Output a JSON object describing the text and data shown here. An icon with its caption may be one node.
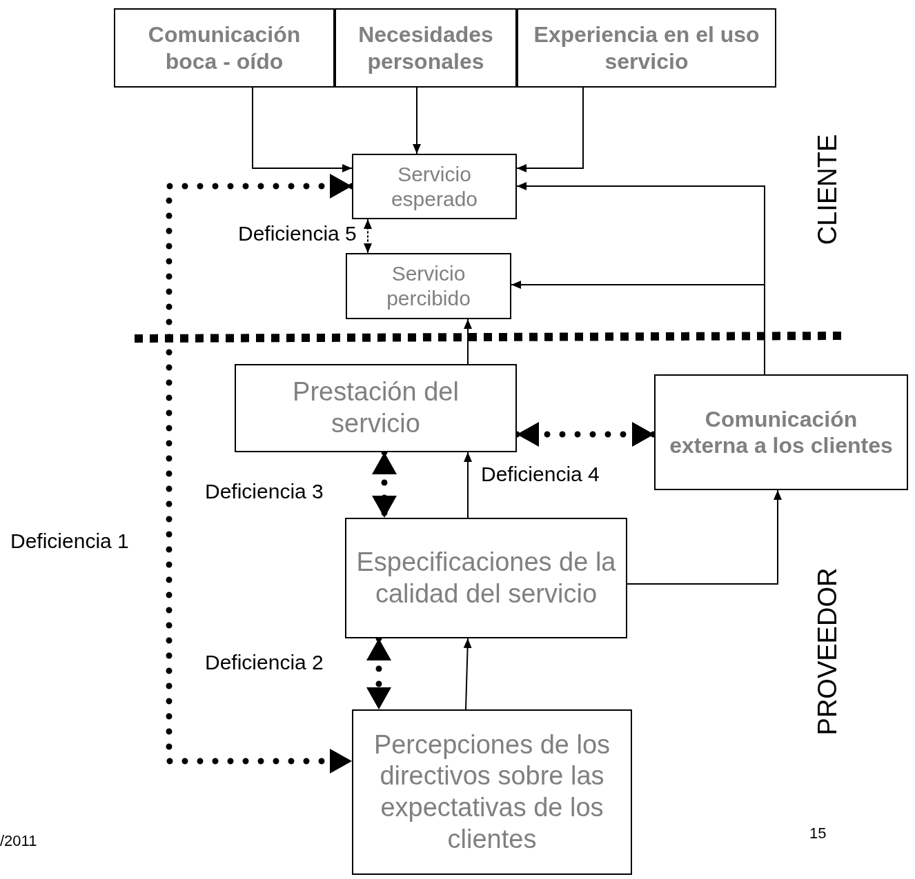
{
  "diagram": {
    "nodes": [
      {
        "text": [
          "Comunicación boca - oído"
        ]
      },
      {
        "text": [
          "Necesidades personales"
        ]
      },
      {
        "text": [
          "Experiencia en el uso servicio"
        ]
      },
      {
        "text": [
          "Servicio esperado"
        ]
      },
      {
        "text": [
          "Servicio percibido"
        ]
      },
      {
        "text": [
          "Prestación del servicio"
        ]
      },
      {
        "text": [
          "Comunicación externa a los clientes"
        ]
      },
      {
        "text": [
          "Especificaciones de la calidad del servicio"
        ]
      },
      {
        "text": [
          "Percepciones de los directivos sobre las expectativas de los clientes"
        ]
      }
    ],
    "edges": [
      {
        "from": 0,
        "to": 3,
        "arrow": "to"
      },
      {
        "from": 1,
        "to": 3,
        "arrow": "to"
      },
      {
        "from": 2,
        "to": 3,
        "arrow": "to"
      },
      {
        "from": 6,
        "to": 3,
        "arrow": "to"
      },
      {
        "from": 6,
        "to": 4,
        "arrow": "to"
      },
      {
        "from": 3,
        "to": 4,
        "arrow": "both",
        "style": "dashed",
        "label": "Deficiencia 5"
      },
      {
        "from": 5,
        "to": 4,
        "arrow": "to"
      },
      {
        "from": 5,
        "to": 6,
        "arrow": "both",
        "style": "dashed",
        "label": "Deficiencia 4"
      },
      {
        "from": 5,
        "to": 7,
        "arrow": "both",
        "style": "dashed",
        "label": "Deficiencia 3"
      },
      {
        "from": 7,
        "to": 5,
        "arrow": "to"
      },
      {
        "from": 7,
        "to": 6,
        "arrow": "to"
      },
      {
        "from": 7,
        "to": 8,
        "arrow": "both",
        "style": "dashed",
        "label": "Deficiencia 2"
      },
      {
        "from": 8,
        "to": 7,
        "arrow": "to"
      },
      {
        "from": 3,
        "to": 8,
        "arrow": "both",
        "style": "dashed",
        "label": "Deficiencia 1"
      }
    ],
    "labels": [
      "CLIENTE",
      "PROVEEDOR",
      "/2011",
      "15"
    ]
  }
}
